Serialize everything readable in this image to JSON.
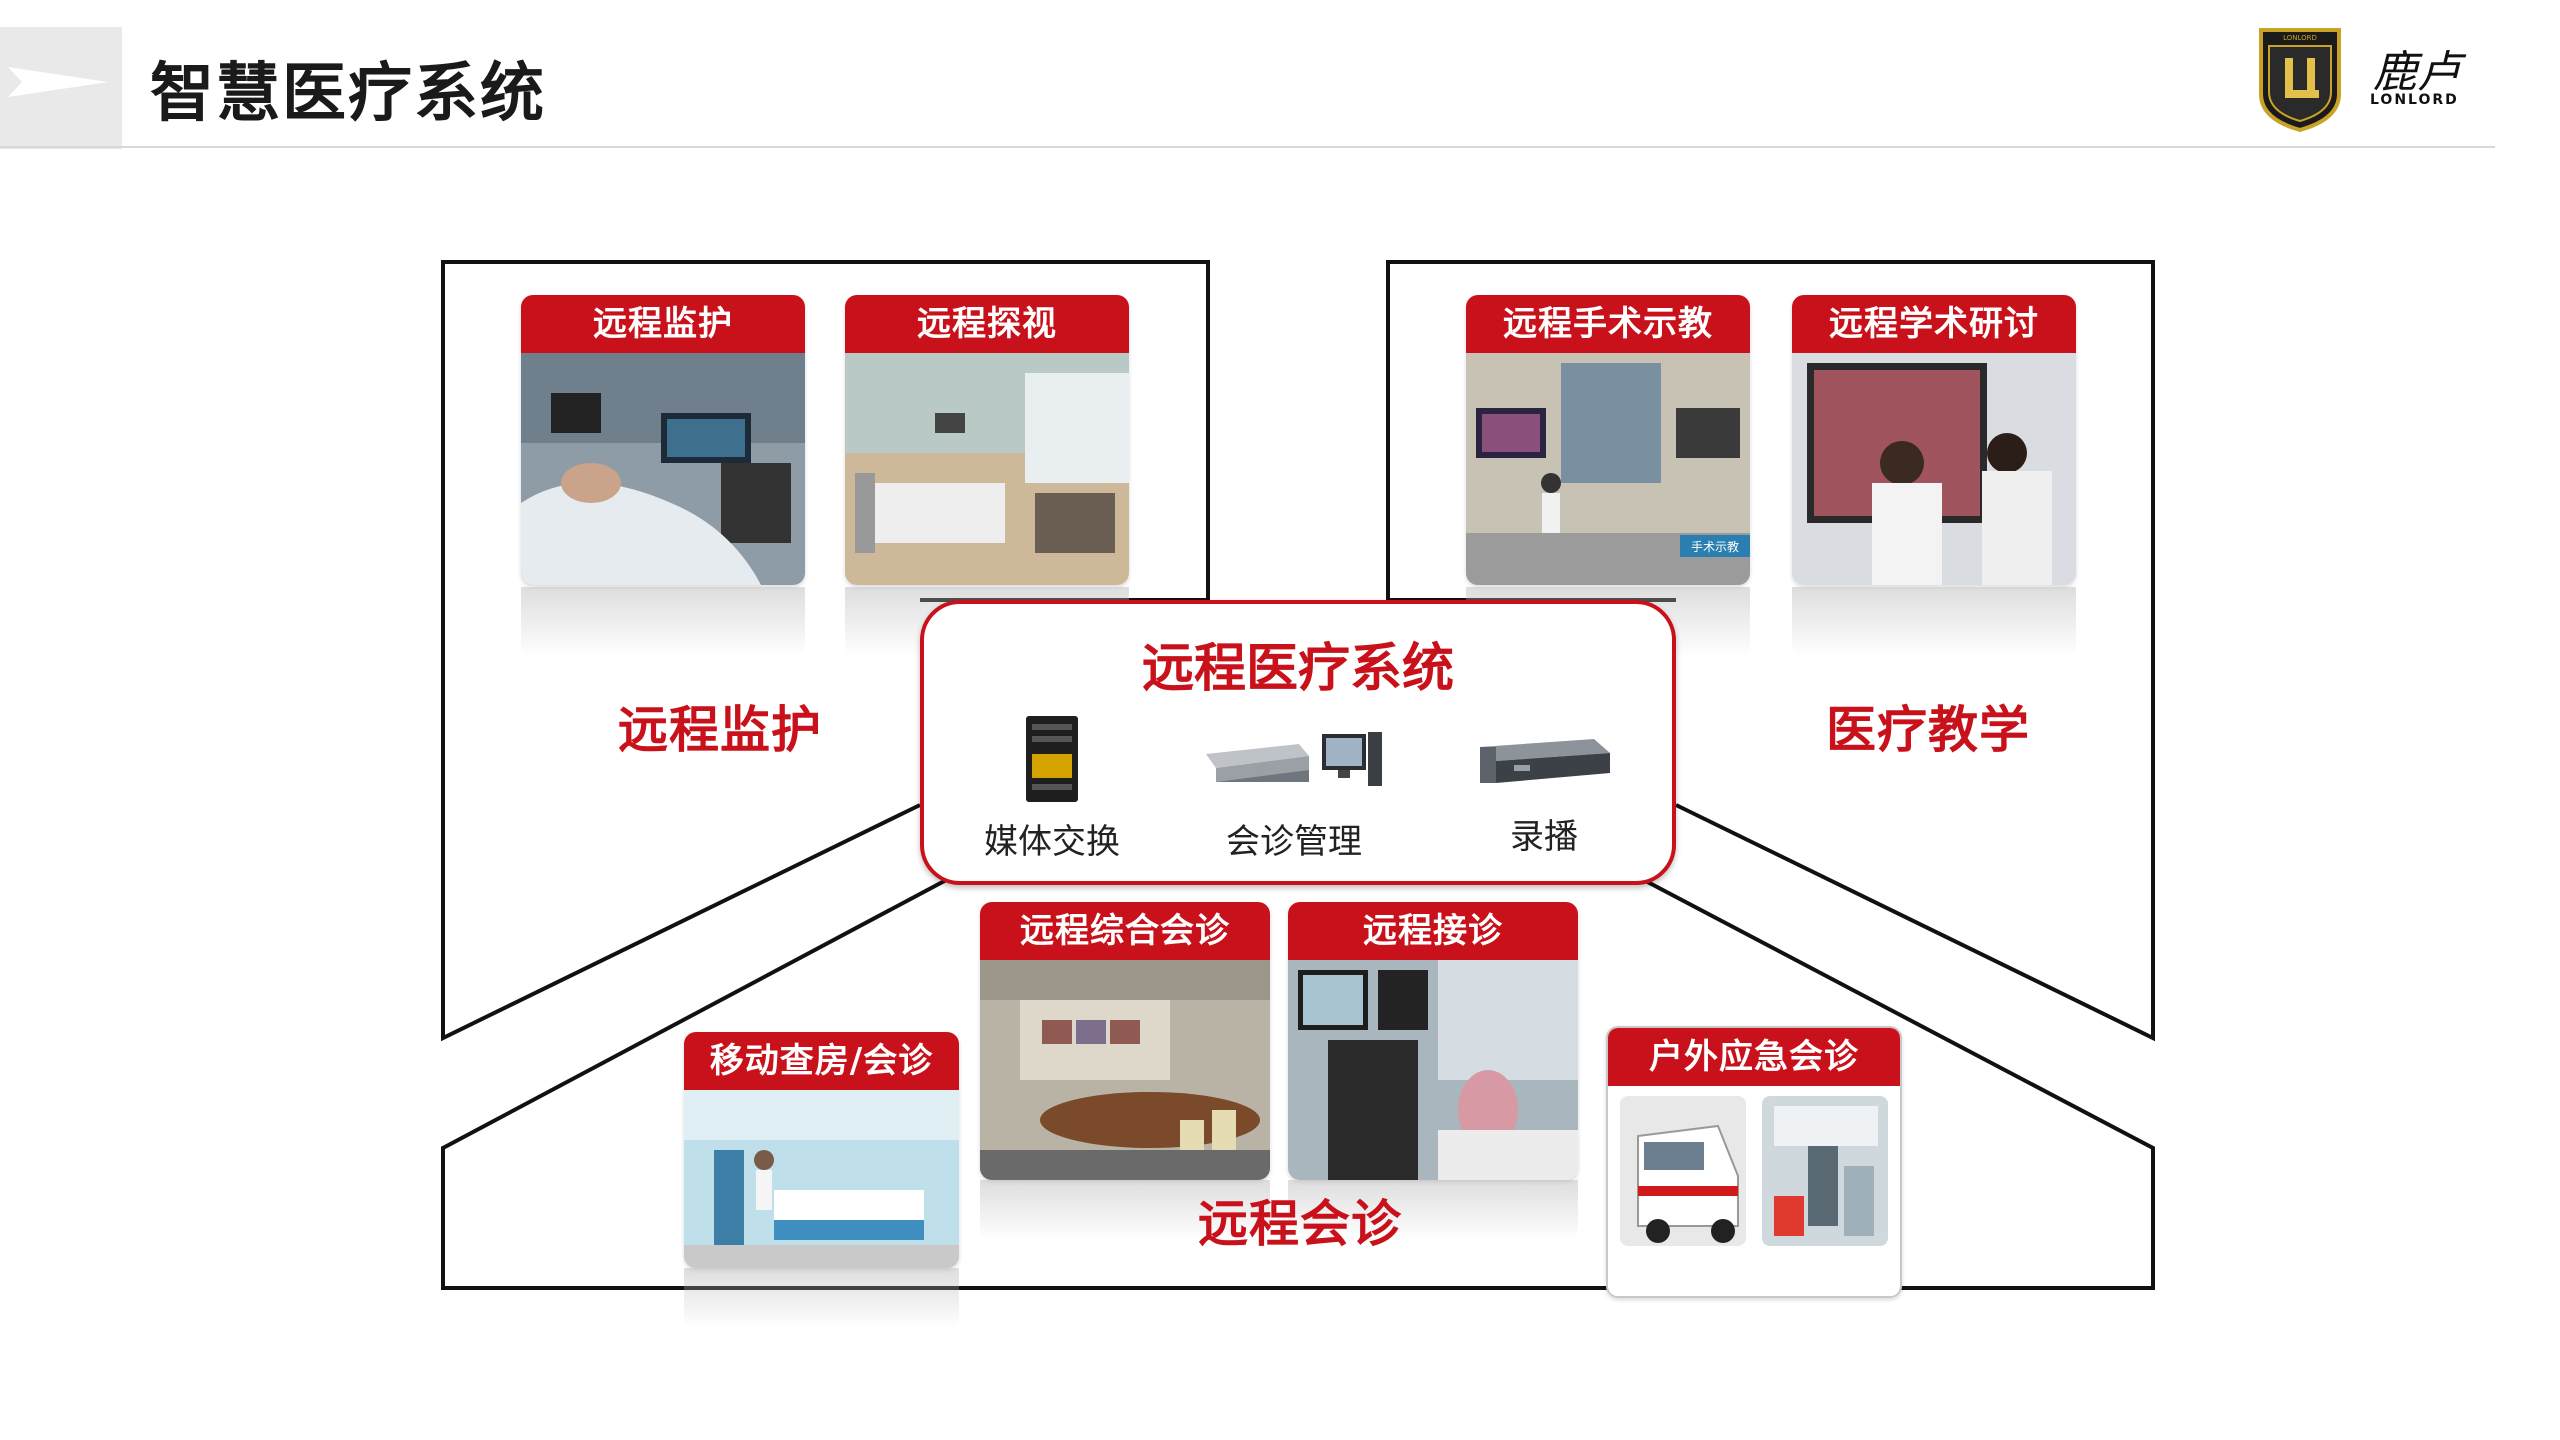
{
  "header": {
    "title": "智慧医疗系统"
  },
  "logo": {
    "brand_cn": "鹿卢",
    "brand_en": "LONLORD",
    "badge_text": "LONLORD"
  },
  "center": {
    "title": "远程医疗系统",
    "items": [
      {
        "label": "媒体交换",
        "icon": "server-rack-icon"
      },
      {
        "label": "会诊管理",
        "icon": "server-and-computer-icon"
      },
      {
        "label": "录播",
        "icon": "recorder-icon"
      }
    ]
  },
  "groups": {
    "monitor": {
      "label": "远程监护",
      "cards": [
        "远程监护",
        "远程探视"
      ]
    },
    "teaching": {
      "label": "医疗教学",
      "cards": [
        "远程手术示教",
        "远程学术研讨"
      ]
    },
    "consult": {
      "label": "远程会诊",
      "cards": [
        "移动查房/会诊",
        "远程综合会诊",
        "远程接诊",
        "户外应急会诊"
      ]
    }
  },
  "photo_text": {
    "surgery_screen_caption": "手术示教"
  },
  "colors": {
    "accent": "#c8111a",
    "frame": "#111111",
    "header_block": "#e9e9e9"
  }
}
